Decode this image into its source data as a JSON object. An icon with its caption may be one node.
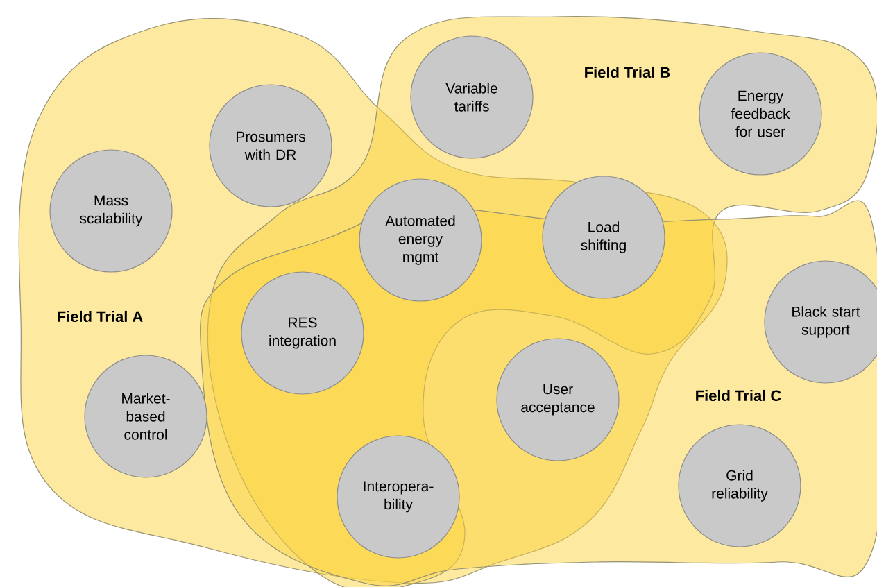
{
  "diagram": {
    "nodes": [
      {
        "text": [
          "Field Trial A"
        ]
      },
      {
        "text": [
          "Field Trial B"
        ]
      },
      {
        "text": [
          "Field Trial C"
        ]
      },
      {
        "text": [
          "Variable tariffs"
        ],
        "in": 1
      },
      {
        "text": [
          "Energy feedback for user"
        ],
        "in": 1
      },
      {
        "text": [
          "Prosumers with DR"
        ],
        "in": 0
      },
      {
        "text": [
          "Mass scalability"
        ],
        "in": 0
      },
      {
        "text": [
          "Automated energy mgmt"
        ]
      },
      {
        "text": [
          "Load shifting"
        ]
      },
      {
        "text": [
          "RES integration"
        ]
      },
      {
        "text": [
          "Black start support"
        ],
        "in": 2
      },
      {
        "text": [
          "Market- based control"
        ],
        "in": 0
      },
      {
        "text": [
          "User acceptance"
        ]
      },
      {
        "text": [
          "Grid reliability"
        ],
        "in": 2
      },
      {
        "text": [
          "Interopera- bility"
        ]
      }
    ]
  }
}
